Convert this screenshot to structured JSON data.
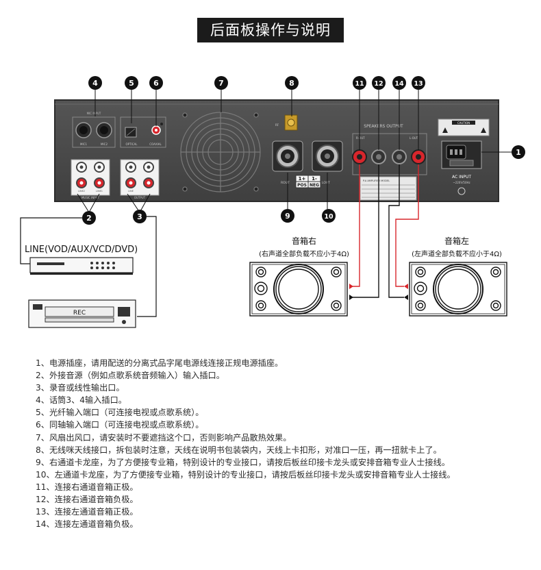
{
  "title": "后面板操作与说明",
  "callouts": [
    "1",
    "2",
    "3",
    "4",
    "5",
    "6",
    "7",
    "8",
    "9",
    "10",
    "11",
    "12",
    "13",
    "14"
  ],
  "panel_labels": {
    "mic_input": "MIC   INPUT",
    "mic1": "MIC1",
    "mic2": "MIC2",
    "optical": "OPTICAL",
    "coaxial": "COAXIAL",
    "music_input": "MUSIC  INPUT",
    "line2": "LINE2",
    "line1": "LINE1",
    "line": "LINE",
    "output": "OUTPUT",
    "rf": "RF",
    "speakers_output": "SPEAKERS    OUTPUT",
    "r_out": "R-OUT",
    "l_out": "L-OUT",
    "rout": "ROUT",
    "lout": "LOUT",
    "pos": "POS",
    "neg": "NEG",
    "pos_sign": "1+",
    "neg_sign": "1-",
    "caution": "CAUTION",
    "pa_model": "P.A AMPLIFIER MODEL",
    "ac_input": "AC INPUT",
    "voltage": "~220V/50Hz"
  },
  "devices": {
    "line_source": "LINE(VOD/AUX/VCD/DVD)",
    "recorder": "REC"
  },
  "speakers": {
    "right_title": "音箱右",
    "right_note": "(右声道全部负载不应小于4Ω)",
    "left_title": "音箱左",
    "left_note": "(左声道全部负载不应小于4Ω)"
  },
  "notes": [
    "1、电源插座，请用配送的分离式品字尾电源线连接正规电源插座。",
    "2、外接音源（例如点歌系统音频输入）输入插口。",
    "3、录音或线性输出口。",
    "4、话筒3、4输入插口。",
    "5、光纤输入端口（可连接电视或点歌系统）。",
    "6、同轴输入端口（可连接电视或点歌系统）。",
    "7、风扇出风口，请安装时不要遮挡这个口，否则影响产品散热效果。",
    "8、无线咪天线接口，拆包装时注意，天线在说明书包装袋内，天线上卡扣形，对准口一压，再一扭就卡上了。",
    "9、右通道卡龙座，为了方便接专业箱，特别设计的专业接口，请按后板丝印接卡龙头或安排音箱专业人士接线。",
    "10、左通道卡龙座，为了方便接专业箱，特别设计的专业接口，请按后板丝印接卡龙头或安排音箱专业人士接线。",
    "11、连接右通道音箱正极。",
    "12、连接右通道音箱负极。",
    "13、连接左通道音箱正极。",
    "14、连接左通道音箱负极。"
  ],
  "colors": {
    "panel": "#4a4a4a",
    "panel_edge": "#2c2c2c",
    "red_wire": "#d8262c",
    "callout": "#111111",
    "title_bg": "#1b1b1b"
  }
}
